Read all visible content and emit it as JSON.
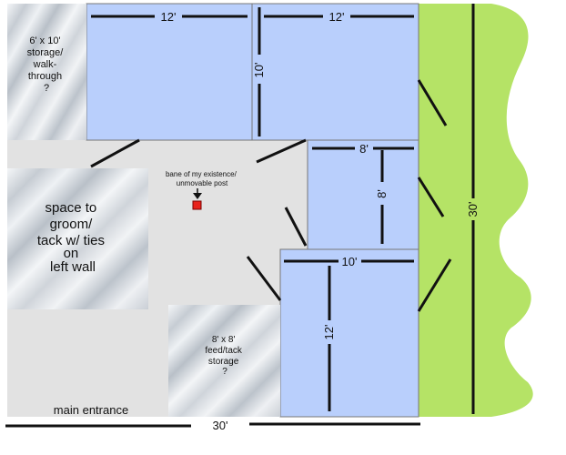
{
  "colors": {
    "floor": "#e2e2e2",
    "stall": "#b9cffc",
    "pasture": "#b5e366",
    "post": "#e8221b",
    "line": "#111111"
  },
  "stalls": {
    "top_left_width": "12'",
    "top_right_width": "12'",
    "top_right_depth": "10'",
    "middle_width": "8'",
    "middle_depth": "8'",
    "bottom_width": "10'",
    "bottom_depth": "12'"
  },
  "storage_top": [
    "6' x 10'",
    "storage/",
    "walk-",
    "through",
    "?"
  ],
  "groom_area": [
    "space to",
    "groom/",
    "tack w/ ties",
    "on",
    "left wall"
  ],
  "feed_storage": [
    "8' x 8'",
    "feed/tack",
    "storage",
    "?"
  ],
  "post_note": [
    "bane of my existence/",
    "unmovable post"
  ],
  "pasture_width": "30'",
  "main_entrance": "main entrance",
  "barn_length": "30'",
  "icons": {
    "post": "square-marker-icon",
    "pointer": "down-arrow-icon"
  }
}
